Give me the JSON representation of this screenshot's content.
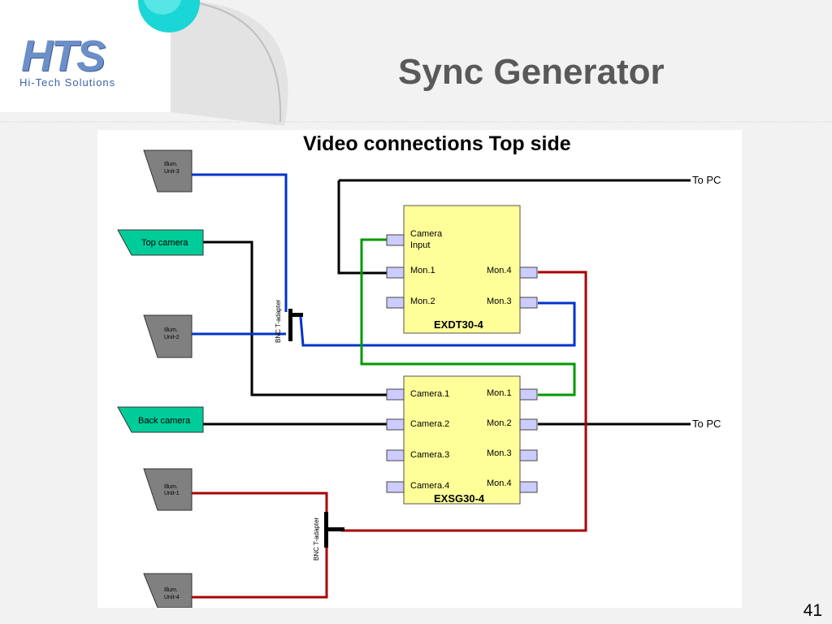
{
  "slide": {
    "title": "Sync Generator",
    "page_number": "41",
    "logo": {
      "letters": "HTS",
      "company": "Hi-Tech Solutions"
    }
  },
  "diagram": {
    "title": "Video connections Top side",
    "illuminators": {
      "unit3": [
        "Illum.",
        "Unit-3"
      ],
      "unit2": [
        "Illum.",
        "Unit-2"
      ],
      "unit1": [
        "Illum.",
        "Unit-1"
      ],
      "unit4": [
        "Illum.",
        "Unit-4"
      ]
    },
    "cameras": {
      "top": "Top camera",
      "back": "Back camera"
    },
    "exdt": {
      "name": "EXDT30-4",
      "camera_input": [
        "Camera",
        "Input"
      ],
      "mon1": "Mon.1",
      "mon2": "Mon.2",
      "mon3": "Mon.3",
      "mon4": "Mon.4"
    },
    "exsg": {
      "name": "EXSG30-4",
      "camera1": "Camera.1",
      "camera2": "Camera.2",
      "camera3": "Camera.3",
      "camera4": "Camera.4",
      "mon1": "Mon.1",
      "mon2": "Mon.2",
      "mon3": "Mon.3",
      "mon4": "Mon.4"
    },
    "t_adapter": "BNC T-adapter",
    "to_pc": "To PC",
    "colors": {
      "box_fill": "#ffff99",
      "camera_fill": "#00cc99",
      "illum_fill": "#808080",
      "port_fill": "#ccccff",
      "wire_black": "#000000",
      "wire_blue": "#0033cc",
      "wire_green": "#009900",
      "wire_red": "#aa0000"
    }
  }
}
